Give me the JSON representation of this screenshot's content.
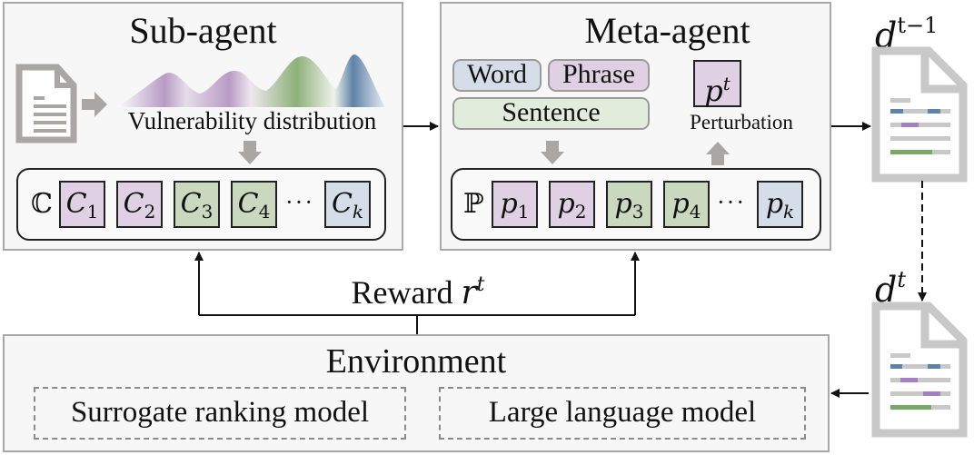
{
  "sub_agent": {
    "title": "Sub-agent",
    "distribution_label": "Vulnerability distribution",
    "set_symbol": "ℂ",
    "cells": [
      {
        "base": "C",
        "sub": "1",
        "color": "purple"
      },
      {
        "base": "C",
        "sub": "2",
        "color": "purple"
      },
      {
        "base": "C",
        "sub": "3",
        "color": "green"
      },
      {
        "base": "C",
        "sub": "4",
        "color": "green"
      },
      {
        "base": "C",
        "sub": "k",
        "color": "blue"
      }
    ],
    "ellipsis": "···"
  },
  "meta_agent": {
    "title": "Meta-agent",
    "granularities": {
      "word": "Word",
      "phrase": "Phrase",
      "sentence": "Sentence"
    },
    "perturbation": {
      "symbol": "p",
      "superscript": "t",
      "label": "Perturbation"
    },
    "set_symbol": "ℙ",
    "cells": [
      {
        "base": "p",
        "sub": "1",
        "color": "purple"
      },
      {
        "base": "p",
        "sub": "2",
        "color": "purple"
      },
      {
        "base": "p",
        "sub": "3",
        "color": "green"
      },
      {
        "base": "p",
        "sub": "4",
        "color": "green"
      },
      {
        "base": "p",
        "sub": "k",
        "color": "blue"
      }
    ],
    "ellipsis": "···"
  },
  "reward": {
    "label": "Reward",
    "symbol": "r",
    "superscript": "t"
  },
  "environment": {
    "title": "Environment",
    "models": [
      "Surrogate ranking model",
      "Large language model"
    ]
  },
  "documents": {
    "previous": {
      "symbol": "d",
      "superscript": "t−1"
    },
    "current": {
      "symbol": "d",
      "superscript": "t"
    }
  },
  "colors": {
    "purple": "#b79bc4",
    "green": "#8eb07a",
    "blue": "#5f82a8",
    "doc_gray": "#c8c8c8",
    "arrow_gray": "#a9a6a6"
  }
}
